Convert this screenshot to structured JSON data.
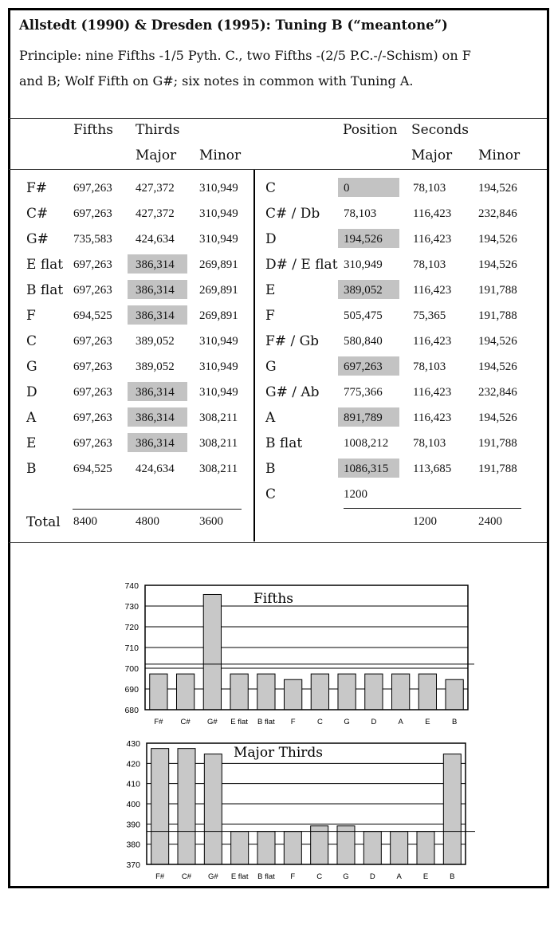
{
  "header": {
    "title": "Allstedt (1990) & Dresden (1995): Tuning B (“meantone”)",
    "description_line1": "Principle: nine Fifths -1/5 Pyth. C., two Fifths -(2/5 P.C.-/-Schism) on F",
    "description_line2": "and B; Wolf Fifth on G#; six notes in common with Tuning A."
  },
  "left_table": {
    "col_fifths": "Fifths",
    "col_thirds": "Thirds",
    "col_major": "Major",
    "col_minor": "Minor",
    "rows": [
      {
        "note": "F#",
        "fifth": "697,263",
        "major": "427,372",
        "minor": "310,949",
        "shaded": false
      },
      {
        "note": "C#",
        "fifth": "697,263",
        "major": "427,372",
        "minor": "310,949",
        "shaded": false
      },
      {
        "note": "G#",
        "fifth": "735,583",
        "major": "424,634",
        "minor": "310,949",
        "shaded": false
      },
      {
        "note": "E flat",
        "fifth": "697,263",
        "major": "386,314",
        "minor": "269,891",
        "shaded": true
      },
      {
        "note": "B flat",
        "fifth": "697,263",
        "major": "386,314",
        "minor": "269,891",
        "shaded": true
      },
      {
        "note": "F",
        "fifth": "694,525",
        "major": "386,314",
        "minor": "269,891",
        "shaded": true
      },
      {
        "note": "C",
        "fifth": "697,263",
        "major": "389,052",
        "minor": "310,949",
        "shaded": false
      },
      {
        "note": "G",
        "fifth": "697,263",
        "major": "389,052",
        "minor": "310,949",
        "shaded": false
      },
      {
        "note": "D",
        "fifth": "697,263",
        "major": "386,314",
        "minor": "310,949",
        "shaded": true
      },
      {
        "note": "A",
        "fifth": "697,263",
        "major": "386,314",
        "minor": "308,211",
        "shaded": true
      },
      {
        "note": "E",
        "fifth": "697,263",
        "major": "386,314",
        "minor": "308,211",
        "shaded": true
      },
      {
        "note": "B",
        "fifth": "694,525",
        "major": "424,634",
        "minor": "308,211",
        "shaded": false
      }
    ],
    "total_label": "Total",
    "total_fifths": "8400",
    "total_major": "4800",
    "total_minor": "3600"
  },
  "right_table": {
    "col_position": "Position",
    "col_seconds": "Seconds",
    "col_major": "Major",
    "col_minor": "Minor",
    "rows": [
      {
        "note": "C",
        "position": "0",
        "major": "78,103",
        "minor": "194,526",
        "shaded": true
      },
      {
        "note": "C# / Db",
        "position": "78,103",
        "major": "116,423",
        "minor": "232,846",
        "shaded": false
      },
      {
        "note": "D",
        "position": "194,526",
        "major": "116,423",
        "minor": "194,526",
        "shaded": true
      },
      {
        "note": "D# / E flat",
        "position": "310,949",
        "major": "78,103",
        "minor": "194,526",
        "shaded": false
      },
      {
        "note": "E",
        "position": "389,052",
        "major": "116,423",
        "minor": "191,788",
        "shaded": true
      },
      {
        "note": "F",
        "position": "505,475",
        "major": "75,365",
        "minor": "191,788",
        "shaded": false
      },
      {
        "note": "F# / Gb",
        "position": "580,840",
        "major": "116,423",
        "minor": "194,526",
        "shaded": false
      },
      {
        "note": "G",
        "position": "697,263",
        "major": "78,103",
        "minor": "194,526",
        "shaded": true
      },
      {
        "note": "G# / Ab",
        "position": "775,366",
        "major": "116,423",
        "minor": "232,846",
        "shaded": false
      },
      {
        "note": "A",
        "position": "891,789",
        "major": "116,423",
        "minor": "194,526",
        "shaded": true
      },
      {
        "note": "B flat",
        "position": "1008,212",
        "major": "78,103",
        "minor": "191,788",
        "shaded": false
      },
      {
        "note": "B",
        "position": "1086,315",
        "major": "113,685",
        "minor": "191,788",
        "shaded": true
      },
      {
        "note": "C",
        "position": "1200",
        "major": "",
        "minor": "",
        "shaded": false
      }
    ],
    "total_major": "1200",
    "total_minor": "2400"
  },
  "chart_data": [
    {
      "type": "bar",
      "title": "Fifths",
      "categories": [
        "F#",
        "C#",
        "G#",
        "E flat",
        "B flat",
        "F",
        "C",
        "G",
        "D",
        "A",
        "E",
        "B"
      ],
      "values": [
        697.263,
        697.263,
        735.583,
        697.263,
        697.263,
        694.525,
        697.263,
        697.263,
        697.263,
        697.263,
        697.263,
        694.525
      ],
      "ylim": [
        680,
        740
      ],
      "yticks": [
        680,
        690,
        700,
        710,
        720,
        730,
        740
      ],
      "reference_line": 701.955,
      "grid": true,
      "xlabel": "",
      "ylabel": ""
    },
    {
      "type": "bar",
      "title": "Major Thirds",
      "categories": [
        "F#",
        "C#",
        "G#",
        "E flat",
        "B flat",
        "F",
        "C",
        "G",
        "D",
        "A",
        "E",
        "B"
      ],
      "values": [
        427.372,
        427.372,
        424.634,
        386.314,
        386.314,
        386.314,
        389.052,
        389.052,
        386.314,
        386.314,
        386.314,
        424.634
      ],
      "ylim": [
        370,
        430
      ],
      "yticks": [
        370,
        380,
        390,
        400,
        410,
        420,
        430
      ],
      "reference_line": 386.314,
      "grid": true,
      "xlabel": "",
      "ylabel": ""
    }
  ],
  "colors": {
    "bar_fill": "#c8c8c8",
    "shade": "#c3c3c3",
    "border": "#000000"
  }
}
